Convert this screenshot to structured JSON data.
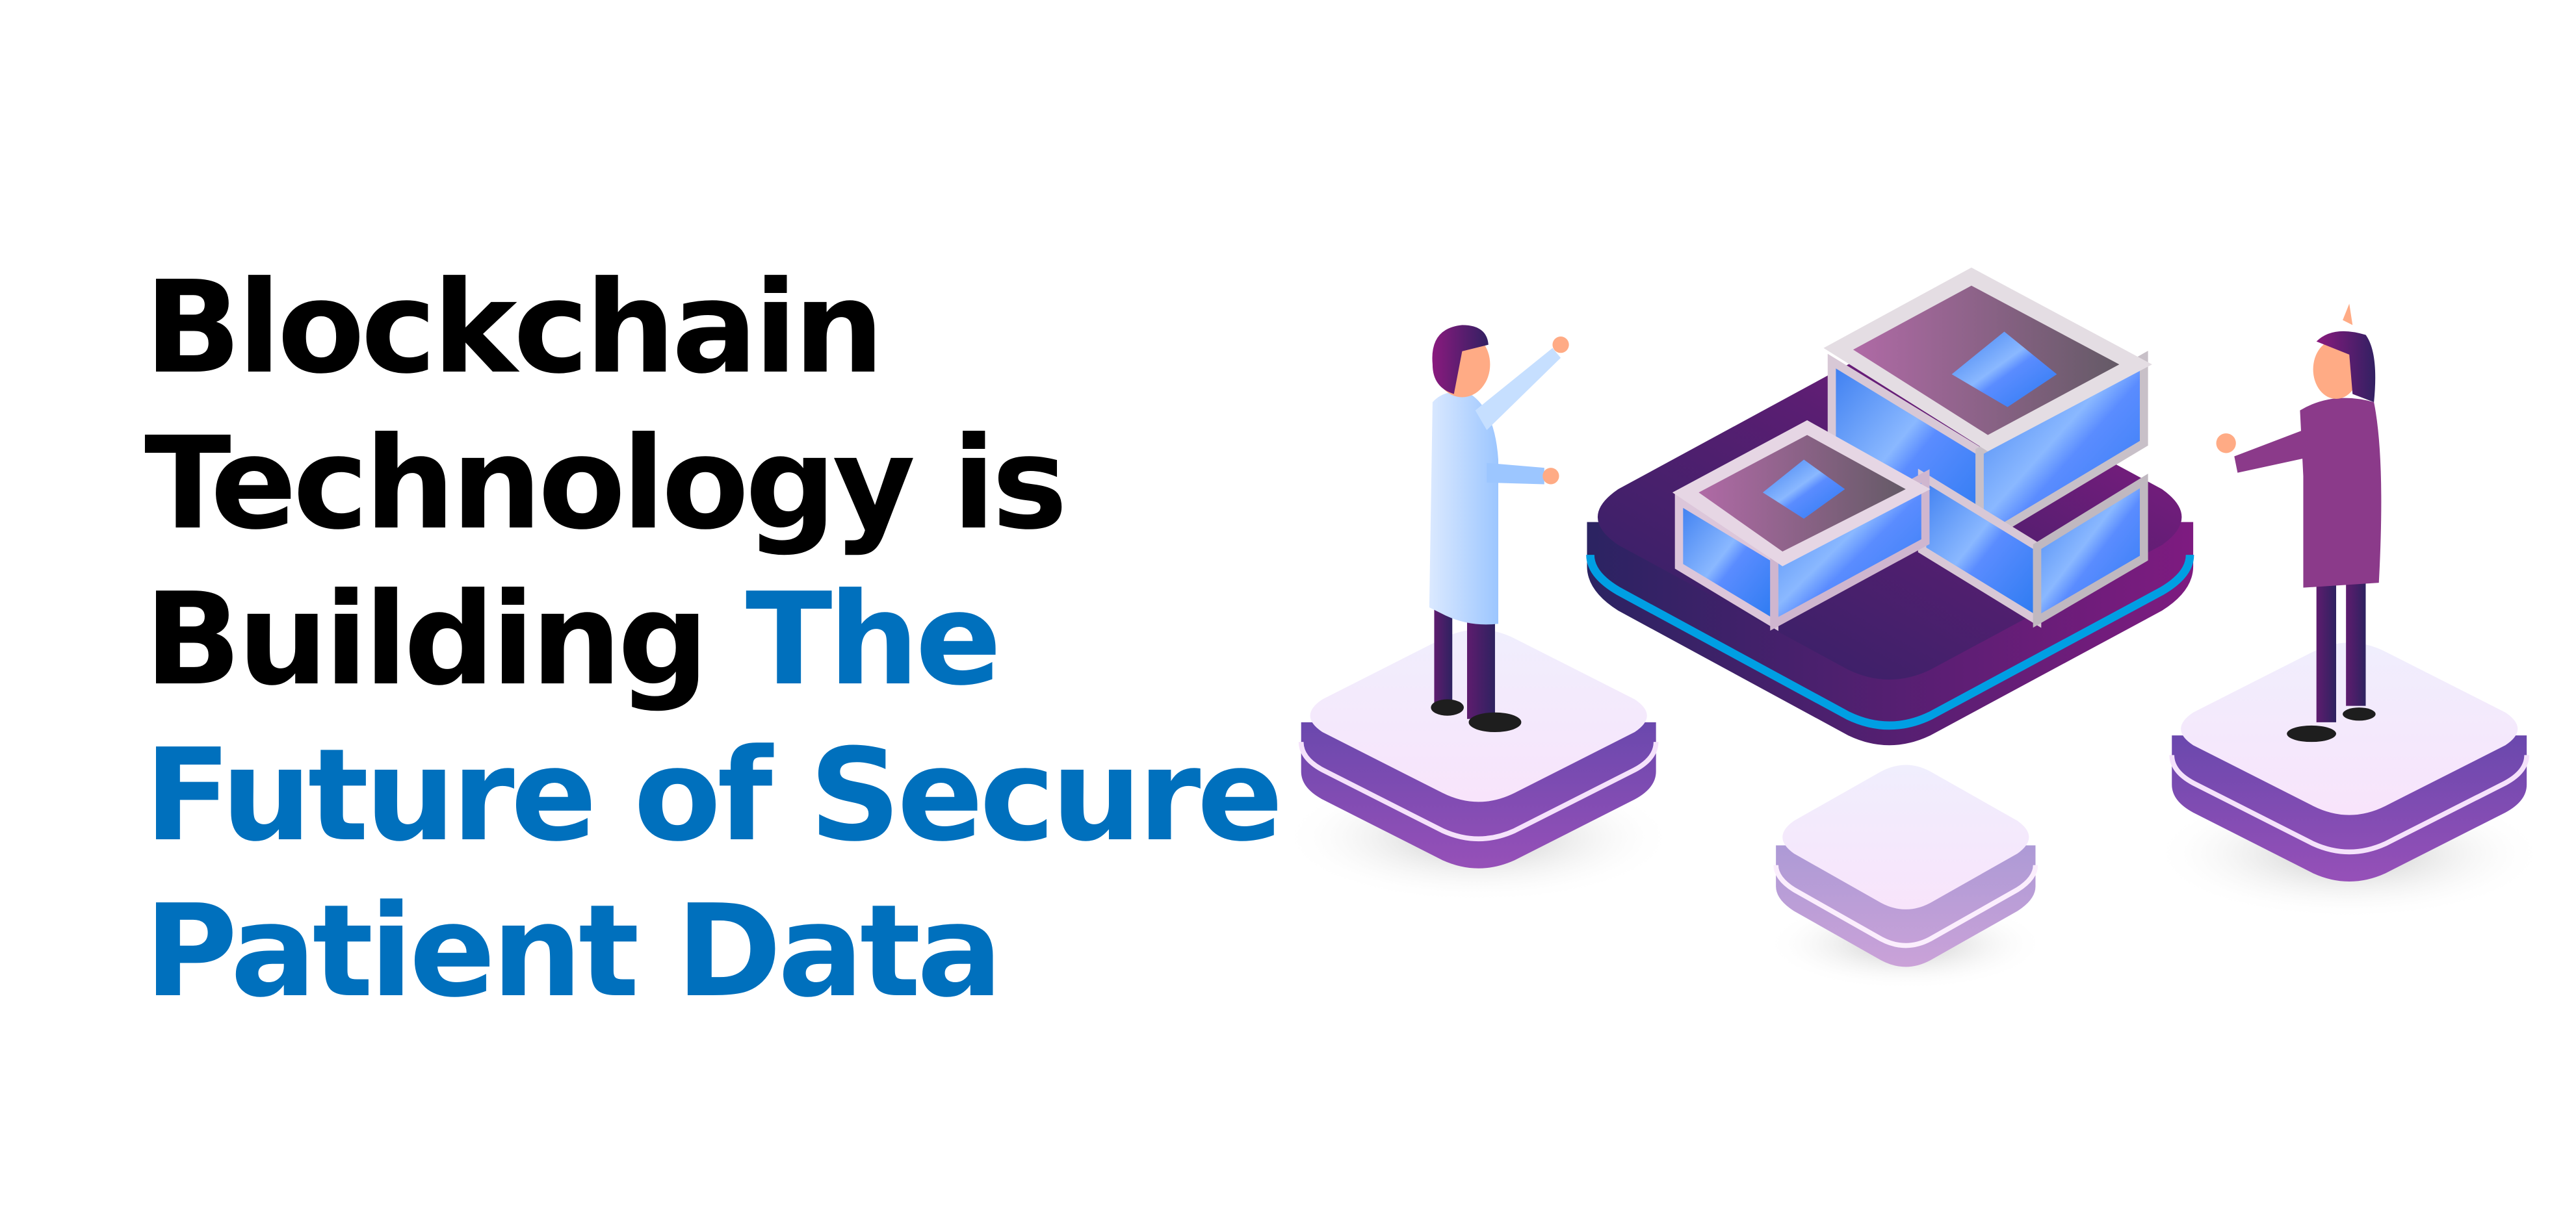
{
  "headline": {
    "line1": "Blockchain",
    "line2": "Technology is",
    "line3_black": "Building",
    "line3_accent": "The",
    "line4": "Future of Secure",
    "line5": "Patient Data"
  },
  "colors": {
    "text_primary": "#000000",
    "text_accent": "#0070bd",
    "platform_top": "#6a1e7c",
    "platform_stripe": "#009fe3",
    "pedestal_top": "#f3ecfd",
    "pedestal_side": "#7a4ab5",
    "glass": "#4a8cff",
    "lab_coat": "#b9d8ff",
    "suit": "#8b3a8a",
    "skin": "#ffab85"
  },
  "illustration": {
    "icons": [
      "doctor-figure-icon",
      "hospital-building-icon",
      "businessman-figure-icon",
      "pedestal-icon"
    ]
  }
}
